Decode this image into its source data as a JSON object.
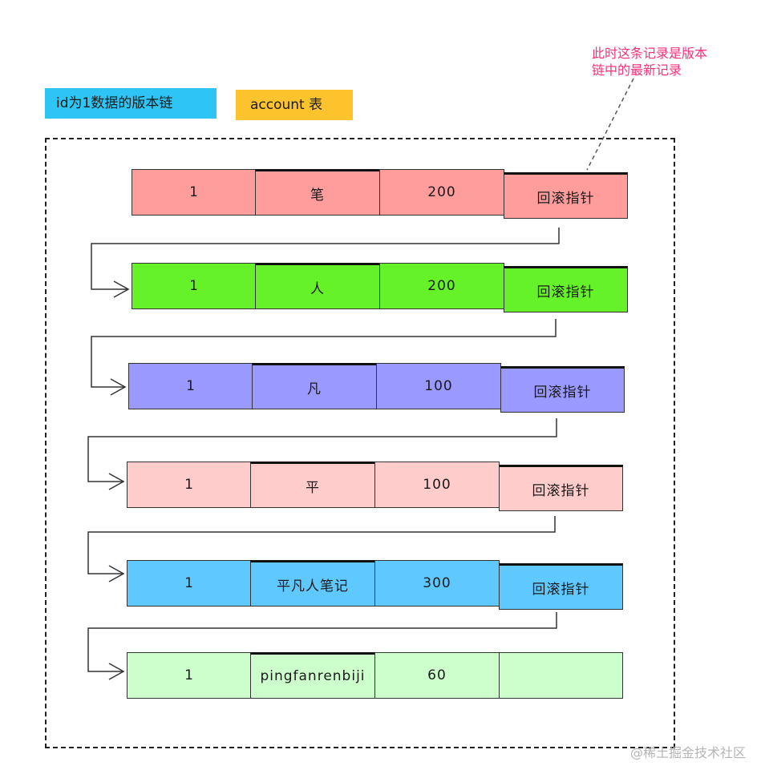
{
  "labels": {
    "version_chain": "id为1数据的版本链",
    "table_name": "account 表",
    "annotation_line1": "此时这条记录是版本",
    "annotation_line2": "链中的最新记录"
  },
  "rows": [
    {
      "id": "1",
      "name": "笔",
      "balance": "200",
      "pointer": "回滚指针",
      "color": "#ff9d9d"
    },
    {
      "id": "1",
      "name": "人",
      "balance": "200",
      "pointer": "回滚指针",
      "color": "#66f229"
    },
    {
      "id": "1",
      "name": "凡",
      "balance": "100",
      "pointer": "回滚指针",
      "color": "#9999ff"
    },
    {
      "id": "1",
      "name": "平",
      "balance": "100",
      "pointer": "回滚指针",
      "color": "#ffcccc"
    },
    {
      "id": "1",
      "name": "平凡人笔记",
      "balance": "300",
      "pointer": "回滚指针",
      "color": "#5ec8ff"
    },
    {
      "id": "1",
      "name": "pingfanrenbiji",
      "balance": "60",
      "pointer": "",
      "color": "#ccffcc"
    }
  ],
  "watermark": "@稀土掘金技术社区"
}
